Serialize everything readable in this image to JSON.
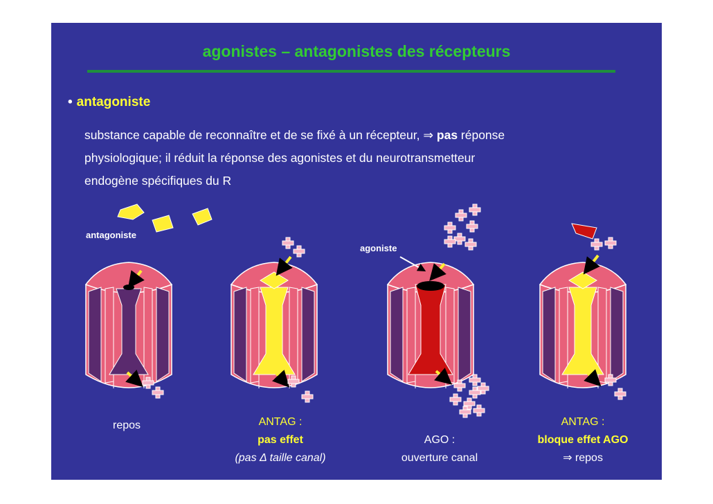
{
  "slide": {
    "title": "agonistes – antagonistes des récepteurs",
    "bullet_marker": "•",
    "bullet_label": "antagoniste",
    "body": {
      "line1_before": "substance capable de reconnaître et de se fixé à un récepteur, ⇒ ",
      "line1_bold": "pas",
      "line1_after": " réponse",
      "line2": "physiologique; il réduit la réponse des agonistes et du neurotransmetteur",
      "line3": "endogène spécifiques du R"
    },
    "labels": {
      "antagoniste": "antagoniste",
      "agoniste": "agoniste"
    },
    "captions": {
      "repos": "repos",
      "antag1_line1": "ANTAG :",
      "antag1_line2": "pas effet",
      "antag1_line3": "(pas Δ taille canal)",
      "ago_line1": "AGO :",
      "ago_line2": "ouverture canal",
      "antag2_line1": "ANTAG :",
      "antag2_line2": "bloque effet AGO",
      "antag2_line3": "⇒ repos"
    },
    "colors": {
      "background": "#333399",
      "title": "#33cc33",
      "highlight": "#ffff33",
      "receptor_pink": "#e8607a",
      "receptor_dark": "#5a2a6e",
      "antagonist_yellow": "#ffee33",
      "agonist_red": "#cc1111",
      "neurotransmitter": "#f6b3c5"
    }
  }
}
